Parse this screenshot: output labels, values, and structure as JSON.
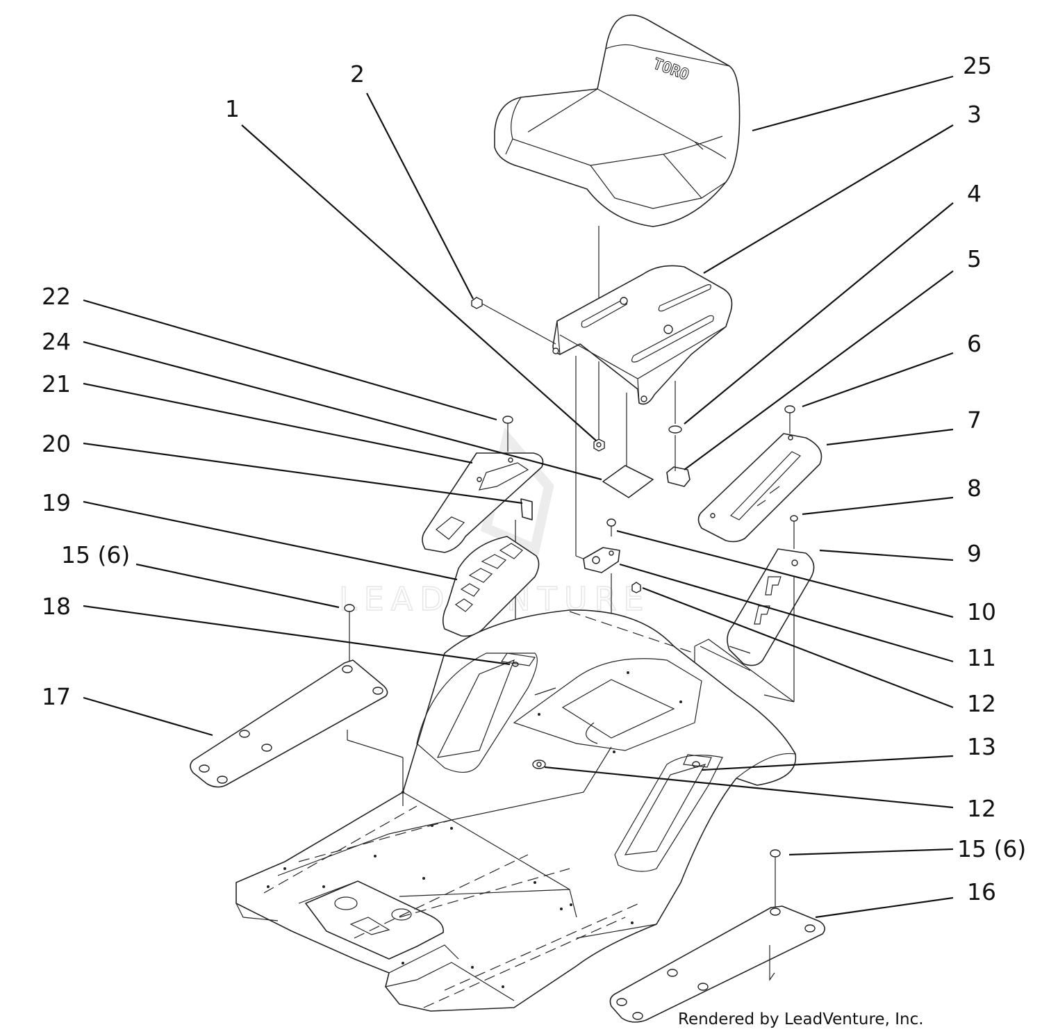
{
  "credit": "Rendered by LeadVenture, Inc.",
  "watermark": "LEADVENTURE",
  "seat_brand": "TORO",
  "callouts": {
    "c1": "1",
    "c2": "2",
    "c3": "3",
    "c4": "4",
    "c5": "5",
    "c6": "6",
    "c7": "7",
    "c8": "8",
    "c9": "9",
    "c10": "10",
    "c11": "11",
    "c12a": "12",
    "c12b": "12",
    "c13": "13",
    "c15a": "15 (6)",
    "c15b": "15 (6)",
    "c16": "16",
    "c17": "17",
    "c18": "18",
    "c19": "19",
    "c20": "20",
    "c21": "21",
    "c22": "22",
    "c24": "24",
    "c25": "25"
  }
}
